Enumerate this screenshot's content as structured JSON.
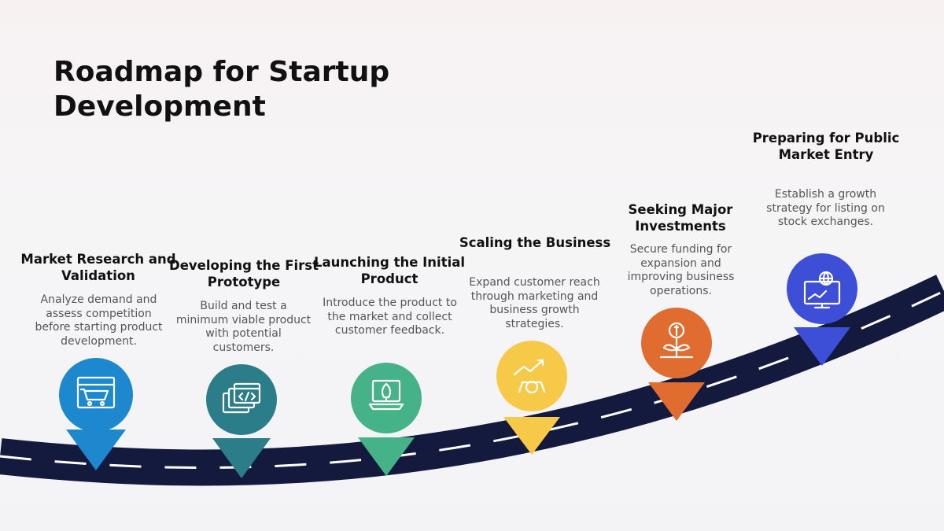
{
  "title": "Roadmap for Startup Development",
  "steps": [
    {
      "title": "Market Research and Validation",
      "description": "Analyze demand and assess competition before starting product development.",
      "icon": "shopping-cart-store-icon",
      "color": "#1e88cf"
    },
    {
      "title": "Developing the First Prototype",
      "description": "Build and test a minimum viable product with potential customers.",
      "icon": "code-windows-icon",
      "color": "#2b7d8a"
    },
    {
      "title": "Launching the Initial Product",
      "description": "Introduce the product to the market and collect customer feedback.",
      "icon": "rocket-laptop-icon",
      "color": "#46b287"
    },
    {
      "title": "Scaling the Business",
      "description": "Expand customer reach through marketing and business growth strategies.",
      "icon": "growth-gear-icon",
      "color": "#f7c948"
    },
    {
      "title": "Seeking Major Investments",
      "description": "Secure funding for expansion and improving business operations.",
      "icon": "money-plant-icon",
      "color": "#e06c30"
    },
    {
      "title": "Preparing for Public Market Entry",
      "description": "Establish a growth strategy for listing on stock exchanges.",
      "icon": "global-monitor-icon",
      "color": "#3d4fd6"
    }
  ],
  "road_color": "#141a3e"
}
